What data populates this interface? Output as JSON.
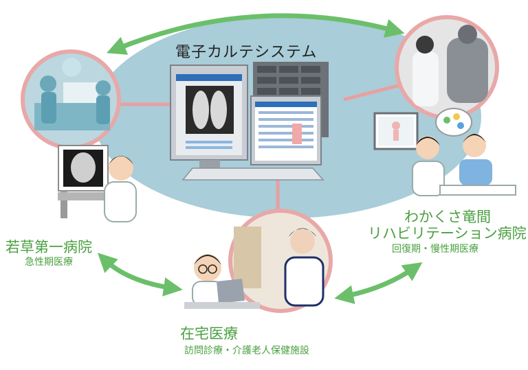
{
  "system": {
    "title": "電子カルテシステム"
  },
  "nodes": {
    "acute_hospital": {
      "name": "若草第一病院",
      "role": "急性期医療"
    },
    "rehab_hospital": {
      "name_line1": "わかくさ竜間",
      "name_line2": "リハビリテーション病院",
      "role": "回復期・慢性期医療"
    },
    "home_care": {
      "name": "在宅医療",
      "role": "訪問診療・介護老人保健施設"
    }
  },
  "icons": [
    "operating-room-photo-icon",
    "doctor-xray-icon",
    "rehabilitation-photo-icon",
    "doctor-patient-bed-icon",
    "pill-icon",
    "nurse-photo-icon",
    "doctor-laptop-icon",
    "monitor-xray-icon",
    "monitor-records-icon",
    "server-rack-icon",
    "keyboard-icon"
  ],
  "colors": {
    "ellipse": "#a9cdd9",
    "arrow": "#6cbf6a",
    "connector": "#e8a0a0",
    "circle_border": "#e8a8a8",
    "label_green": "#4aa040"
  }
}
